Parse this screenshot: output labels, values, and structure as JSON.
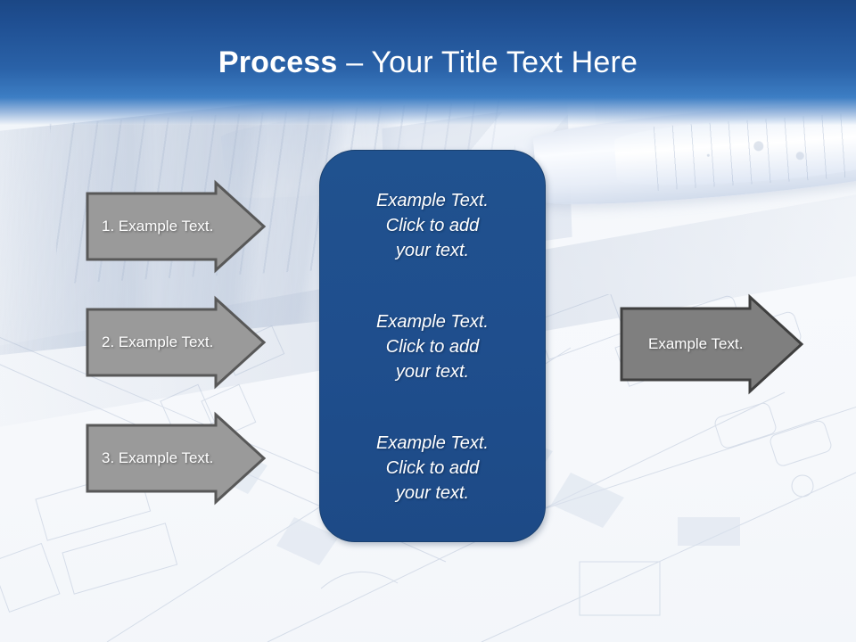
{
  "slide": {
    "title": {
      "bold_part": "Process",
      "rest_part": " – Your Title Text Here"
    },
    "colors": {
      "header_top": "#1b4785",
      "header_bottom": "#3d7ec4",
      "panel_fill": "#1f4e8d",
      "panel_border": "#19406f",
      "arrow_left_fill": "#9a9a9a",
      "arrow_left_border": "#585858",
      "arrow_right_fill": "#7f7f7f",
      "arrow_right_border": "#3f3f3f",
      "background": "#f4f7fb"
    }
  },
  "left_arrows": [
    {
      "label": "1. Example Text."
    },
    {
      "label": "2. Example Text."
    },
    {
      "label": "3. Example Text."
    }
  ],
  "center_panel": {
    "blocks": [
      {
        "line1": "Example Text.",
        "line2": "Click  to add",
        "line3": "your text."
      },
      {
        "line1": "Example Text.",
        "line2": "Click  to add",
        "line3": "your text."
      },
      {
        "line1": "Example Text.",
        "line2": "Click  to add",
        "line3": "your text."
      }
    ]
  },
  "right_arrow": {
    "label": "Example Text."
  }
}
